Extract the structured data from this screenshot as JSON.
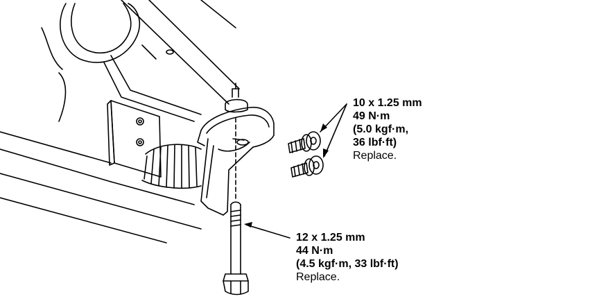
{
  "callouts": {
    "upper": {
      "size": "10 x 1.25 mm",
      "torque_nm": "49 N·m",
      "torque_kgf": "(5.0 kgf·m,",
      "torque_lbf": "36 lbf·ft)",
      "note": "Replace."
    },
    "lower": {
      "size": "12 x 1.25 mm",
      "torque_nm": "44 N·m",
      "torque_conv": "(4.5 kgf·m, 33 lbf·ft)",
      "note": "Replace."
    }
  }
}
